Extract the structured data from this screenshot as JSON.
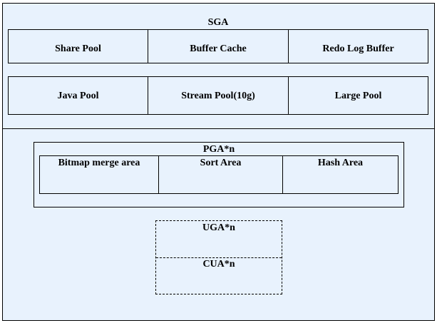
{
  "sga": {
    "title": "SGA",
    "row1": [
      "Share Pool",
      "Buffer Cache",
      "Redo Log Buffer"
    ],
    "row2": [
      "Java Pool",
      "Stream Pool(10g)",
      "Large Pool"
    ]
  },
  "pga": {
    "title": "PGA*n",
    "areas": [
      "Bitmap merge area",
      "Sort Area",
      "Hash Area"
    ]
  },
  "uga": {
    "title": "UGA*n"
  },
  "cua": {
    "title": "CUA*n"
  },
  "colors": {
    "fill": "#e8f2fd",
    "border": "#000000"
  }
}
